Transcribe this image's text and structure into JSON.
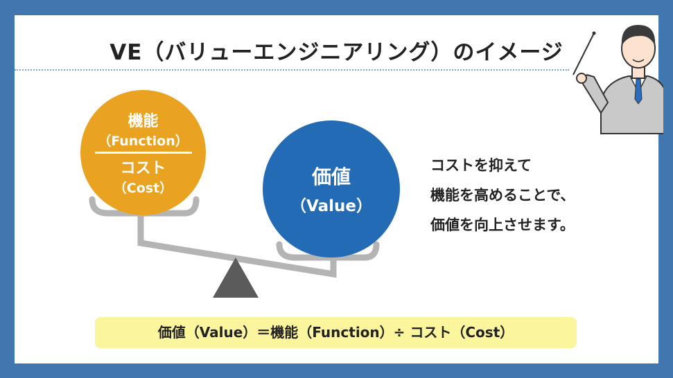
{
  "title": "VE（バリューエンジニアリング）のイメージ",
  "left_circle": {
    "top_label": "機能",
    "top_sub": "（Function）",
    "bottom_label": "コスト",
    "bottom_sub": "（Cost）",
    "color": "#e9a320"
  },
  "right_circle": {
    "label": "価値",
    "sub": "（Value）",
    "color": "#236bb4"
  },
  "message": [
    "コストを抑えて",
    "機能を高めることで、",
    "価値を向上させます。"
  ],
  "formula": "価値（Value）＝機能（Function）÷ コスト（Cost）"
}
